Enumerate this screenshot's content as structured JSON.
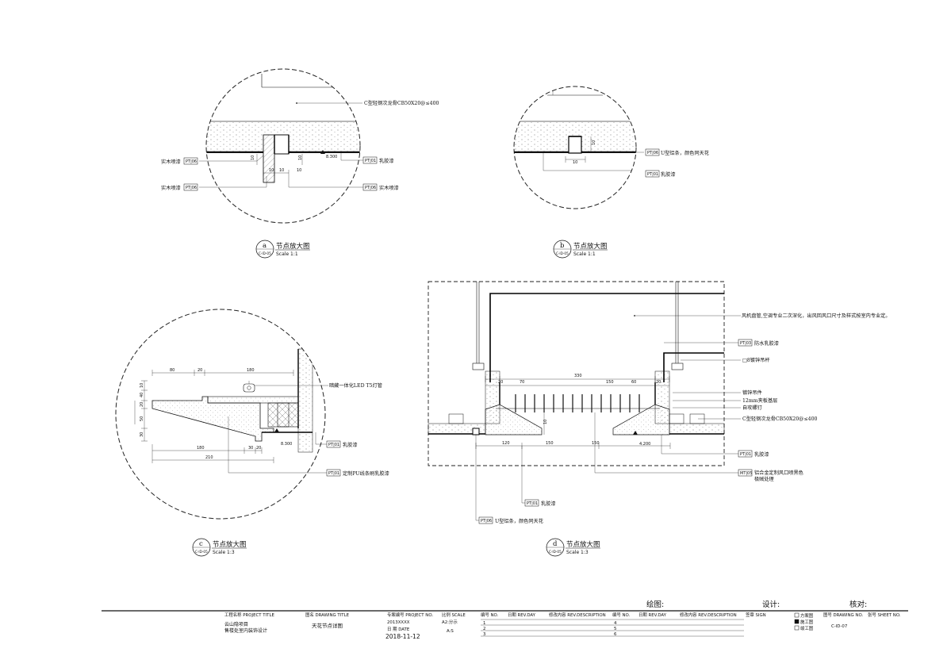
{
  "detail_a": {
    "callout_letter": "a",
    "callout_ref": "C-ID-05",
    "title": "节点放大图",
    "scale": "Scale 1:1",
    "labels": {
      "keel": "C型轻钢次龙骨CB50X20@≤400",
      "latex_right": "乳胶漆",
      "wood_left_top": "实木喷漆",
      "wood_left_bot": "实木喷漆",
      "wood_right_bot": "实木喷漆",
      "elev": "8.300"
    },
    "tags": {
      "pt01": "PT|01",
      "pt06": "PT|06"
    },
    "dims": [
      "10",
      "10",
      "10",
      "10",
      "10"
    ]
  },
  "detail_b": {
    "callout_letter": "b",
    "callout_ref": "C-ID-05",
    "title": "节点放大图",
    "scale": "Scale 1:1",
    "labels": {
      "u_strip": "U型铝条，颜色同天花",
      "latex": "乳胶漆"
    },
    "tags": {
      "pt06": "PT|06",
      "pt01": "PT|01"
    },
    "dims": [
      "10",
      "10"
    ]
  },
  "detail_c": {
    "callout_letter": "c",
    "callout_ref": "C-ID-05",
    "title": "节点放大图",
    "scale": "Scale 1:3",
    "labels": {
      "led": "暗藏一体化LED T5灯管",
      "latex": "乳胶漆",
      "pu": "定制PU线条刷乳胶漆",
      "elev": "8.300"
    },
    "tags": {
      "pt01a": "PT|01",
      "pt01b": "PT|01"
    },
    "dims": {
      "top": [
        "80",
        "20",
        "180"
      ],
      "bottom": [
        "180",
        "30",
        "20",
        "210"
      ],
      "left": [
        "10",
        "40",
        "20",
        "50",
        "30"
      ]
    }
  },
  "detail_d": {
    "callout_letter": "d",
    "callout_ref": "C-ID-05",
    "title": "节点放大图",
    "scale": "Scale 1:3",
    "labels": {
      "ac": "风机盘管,空调专业二次深化，出风回风口尺寸及样式按室内专业定。",
      "waterproof": "防水乳胶漆",
      "rod": "□8镀锌吊杆",
      "hanger": "镀锌吊件",
      "board": "12mm夹板基层",
      "screw": "自攻螺钉",
      "keel": "C型轻钢次龙骨CB50X20@≤400",
      "latex_r": "乳胶漆",
      "alu": "铝合金定制风口喷黑色",
      "alu2": "极贼处理",
      "latex_b": "乳胶漆",
      "u_strip": "U型铝条，颜色同天花",
      "elev": "4.200"
    },
    "tags": {
      "pt03": "PT|03",
      "pt01a": "PT|01",
      "mt05": "MT|05",
      "pt01b": "PT|01",
      "pt06": "PT|06"
    },
    "dims": {
      "top": [
        "20",
        "70",
        "330",
        "150",
        "60",
        "20"
      ],
      "mid": "10",
      "bottom": [
        "120",
        "150",
        "150"
      ]
    }
  },
  "signature": {
    "draw": "绘图:",
    "design": "设计:",
    "check": "核对:"
  },
  "title_block": {
    "project_label": "工程名称 PROJECT TITLE",
    "project_name1": "云山隐项目",
    "project_name2": "售楼处室内装饰设计",
    "drawing_label": "图名 DRAWING TITLE",
    "drawing_name": "天花节点详图",
    "projno_label": "专案编号 PROJECT NO.",
    "projno": "2013XXXX",
    "date_label": "日  期  DATE",
    "date": "2018-11-12",
    "scale_label": "比例 SCALE",
    "scale_val1": "A2:分示",
    "scale_val2": "A:S",
    "rev_headers": [
      "编号 NO.",
      "日期 REV.DAY",
      "修改内容 REV.DESCRIPTION",
      "编号 NO.",
      "日期 REV.DAY",
      "修改内容 REV.DESCRIPTION",
      "签章 SIGN"
    ],
    "rev_left": [
      "1",
      "2",
      "3"
    ],
    "rev_right": [
      "4",
      "5",
      "6"
    ],
    "checks": [
      "方案图",
      "施工图",
      "竣工图"
    ],
    "dwg_label": "图号 DRAWING NO.",
    "sheet_label": "张号 SHEET NO.",
    "dwg_no": "C-ID-07"
  }
}
